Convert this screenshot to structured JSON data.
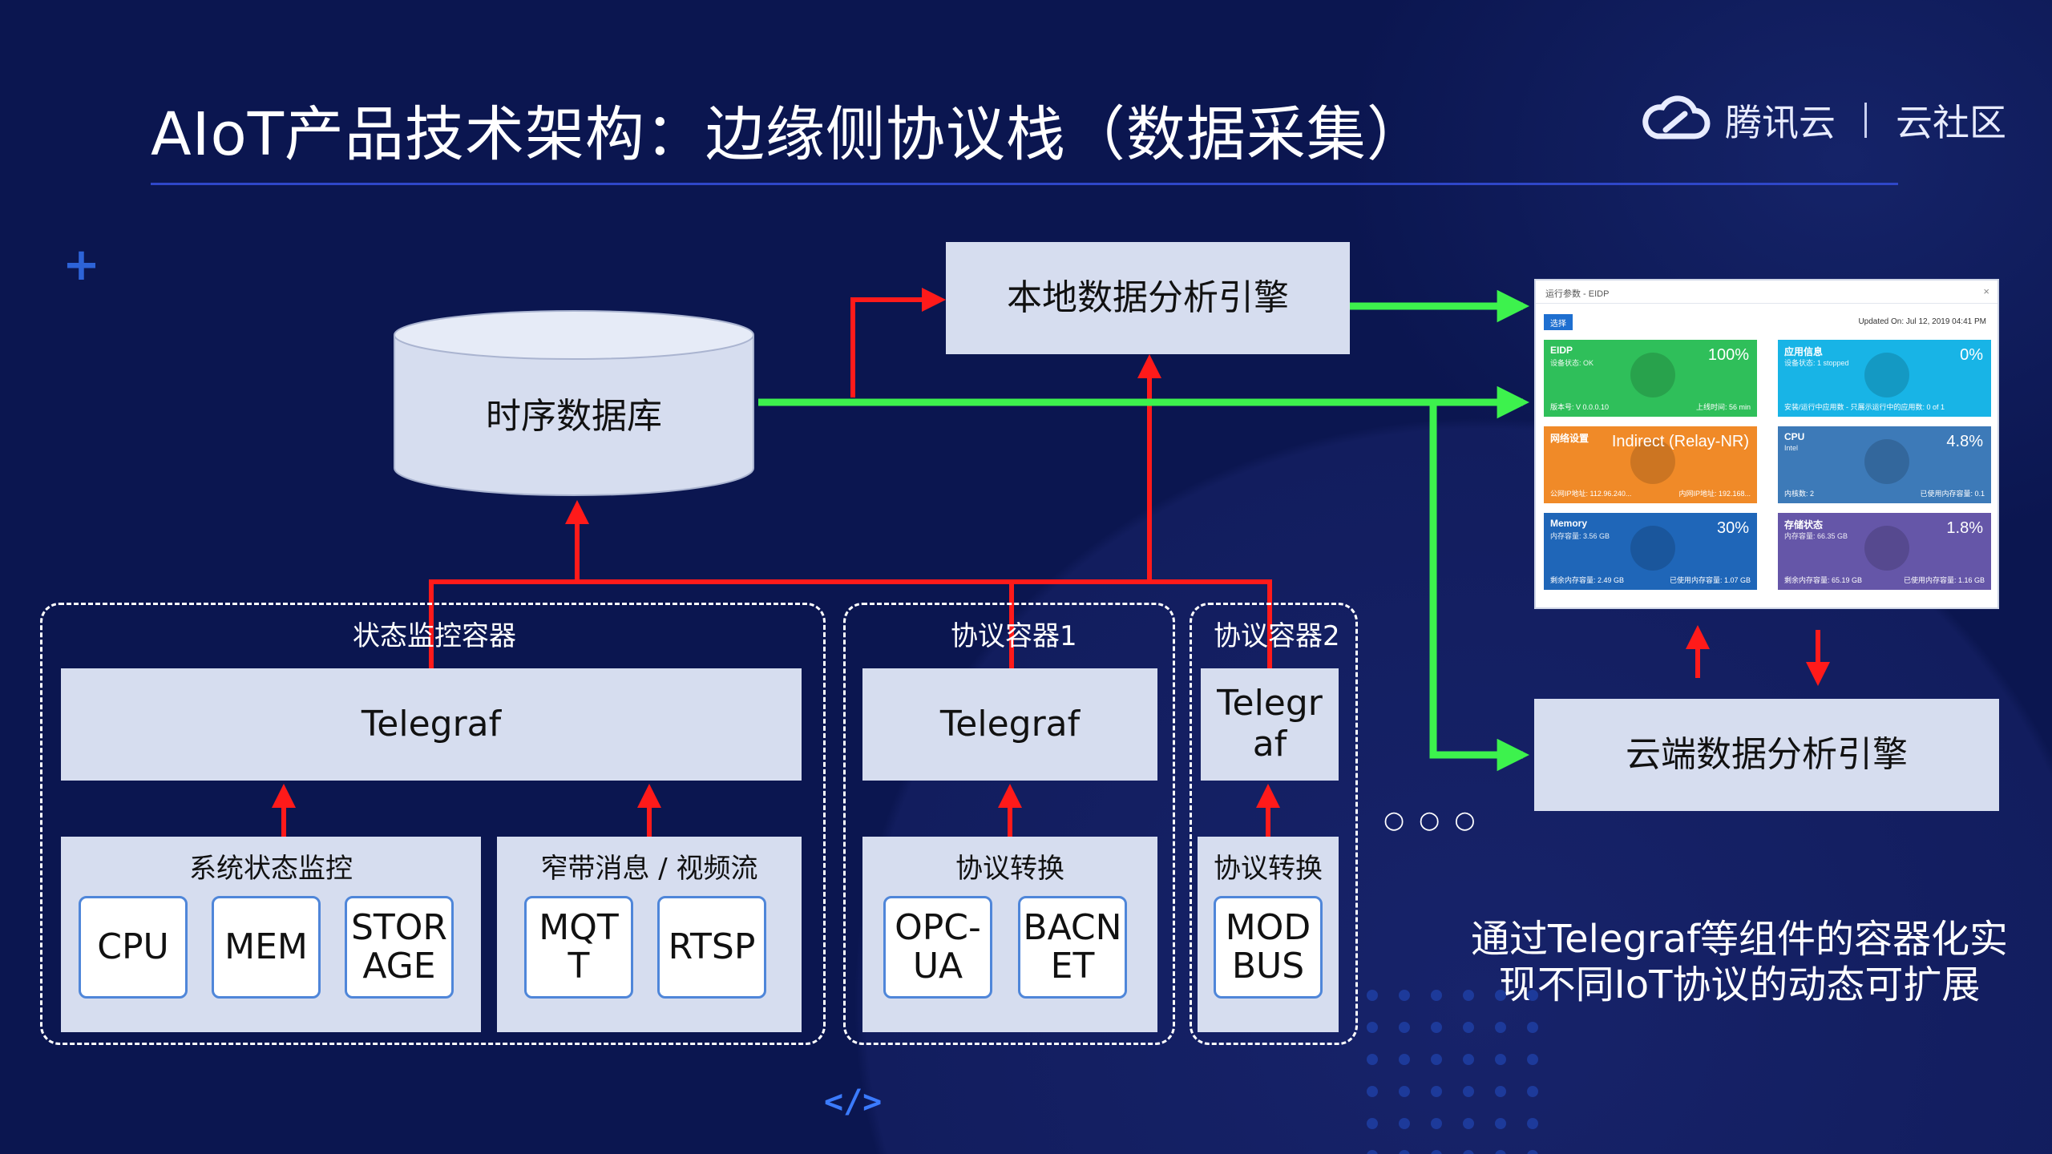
{
  "header": {
    "title": "AIoT产品技术架构：边缘侧协议栈（数据采集）",
    "brand_name": "腾讯云",
    "brand_community": "云社区"
  },
  "nodes": {
    "tsdb": "时序数据库",
    "local_engine": "本地数据分析引擎",
    "cloud_engine": "云端数据分析引擎"
  },
  "containers": {
    "status": {
      "label": "状态监控容器",
      "telegraf": "Telegraf",
      "sys_monitor": "系统状态监控",
      "chips": [
        "CPU",
        "MEM",
        "STOR\nAGE"
      ],
      "narrowband": "窄带消息 / 视频流",
      "nb_chips": [
        "MQT\nT",
        "RTSP"
      ]
    },
    "proto1": {
      "label": "协议容器1",
      "telegraf": "Telegraf",
      "convert": "协议转换",
      "chips": [
        "OPC-\nUA",
        "BACN\nET"
      ]
    },
    "proto2": {
      "label": "协议容器2",
      "telegraf": "Telegr\naf",
      "convert": "协议转换",
      "chips": [
        "MOD\nBUS"
      ]
    }
  },
  "caption": "通过Telegraf等组件的容器化实现不同IoT协议的动态可扩展",
  "dashboard": {
    "head": "运行参数 - EIDP",
    "button": "选择",
    "updated": "Updated On: Jul 12, 2019 04:41 PM",
    "tiles": [
      {
        "title": "EIDP",
        "sub": "设备状态: OK",
        "pct": "100%",
        "bl": "版本号: V 0.0.0.10",
        "br": "上线时间: 56 min",
        "color": "#2fbf5a"
      },
      {
        "title": "应用信息",
        "sub": "设备状态: 1 stopped",
        "pct": "0%",
        "bl": "安装/运行中应用数 - 只展示运行中的应用数: 0 of 1",
        "br": "",
        "color": "#18b4e6"
      },
      {
        "title": "网络设置",
        "sub": "",
        "pct": "Indirect (Relay-NR)",
        "bl": "公网IP地址: 112.96.240...",
        "br": "内网IP地址: 192.168...",
        "color": "#f08a28"
      },
      {
        "title": "CPU",
        "sub": "Intel",
        "pct": "4.8%",
        "bl": "内核数: 2",
        "br": "已使用内存容量: 0.1",
        "color": "#3d7ab8"
      },
      {
        "title": "Memory",
        "sub": "内存容量: 3.56 GB",
        "pct": "30%",
        "bl": "剩余内存容量: 2.49 GB",
        "br": "已使用内存容量: 1.07 GB",
        "color": "#1f66b8"
      },
      {
        "title": "存储状态",
        "sub": "内存容量: 66.35 GB",
        "pct": "1.8%",
        "bl": "剩余内存容量: 65.19 GB",
        "br": "已使用内存容量: 1.16 GB",
        "color": "#6556a8"
      }
    ]
  },
  "colors": {
    "arrow_red": "#ff1a1a",
    "arrow_green": "#3df24d",
    "box_fill": "#d6ddef",
    "chip_border": "#4f86d9",
    "background": "#0b1650"
  }
}
